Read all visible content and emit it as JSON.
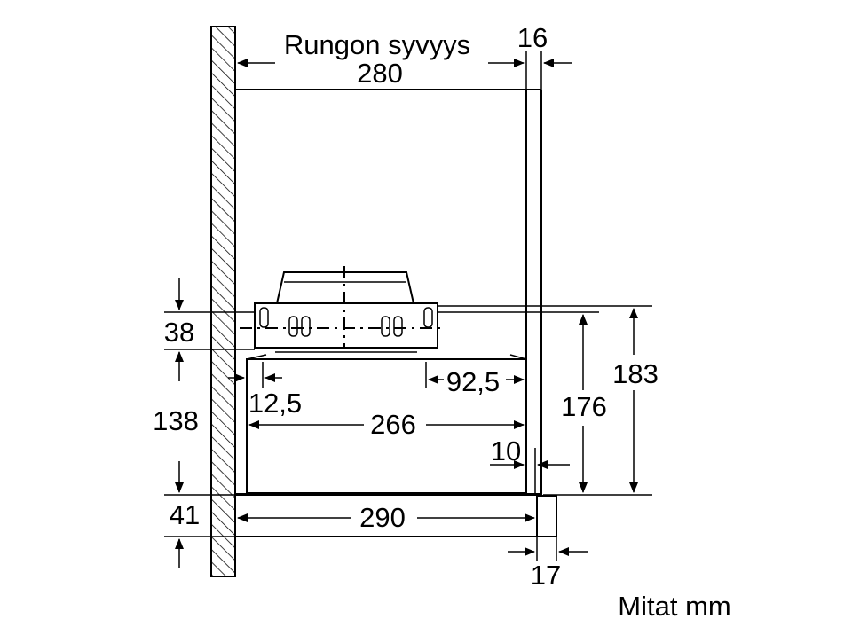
{
  "labels": {
    "frame_depth_title": "Rungon syvyys",
    "frame_depth": "280",
    "panel_thickness": "16",
    "top_section_height": "38",
    "body_height": "138",
    "front_height": "41",
    "offset_left": "12,5",
    "offset_right": "92,5",
    "inner_width": "266",
    "gap": "10",
    "height_176": "176",
    "height_183": "183",
    "total_depth": "290",
    "front_thickness": "17",
    "units_note": "Mitat mm"
  }
}
